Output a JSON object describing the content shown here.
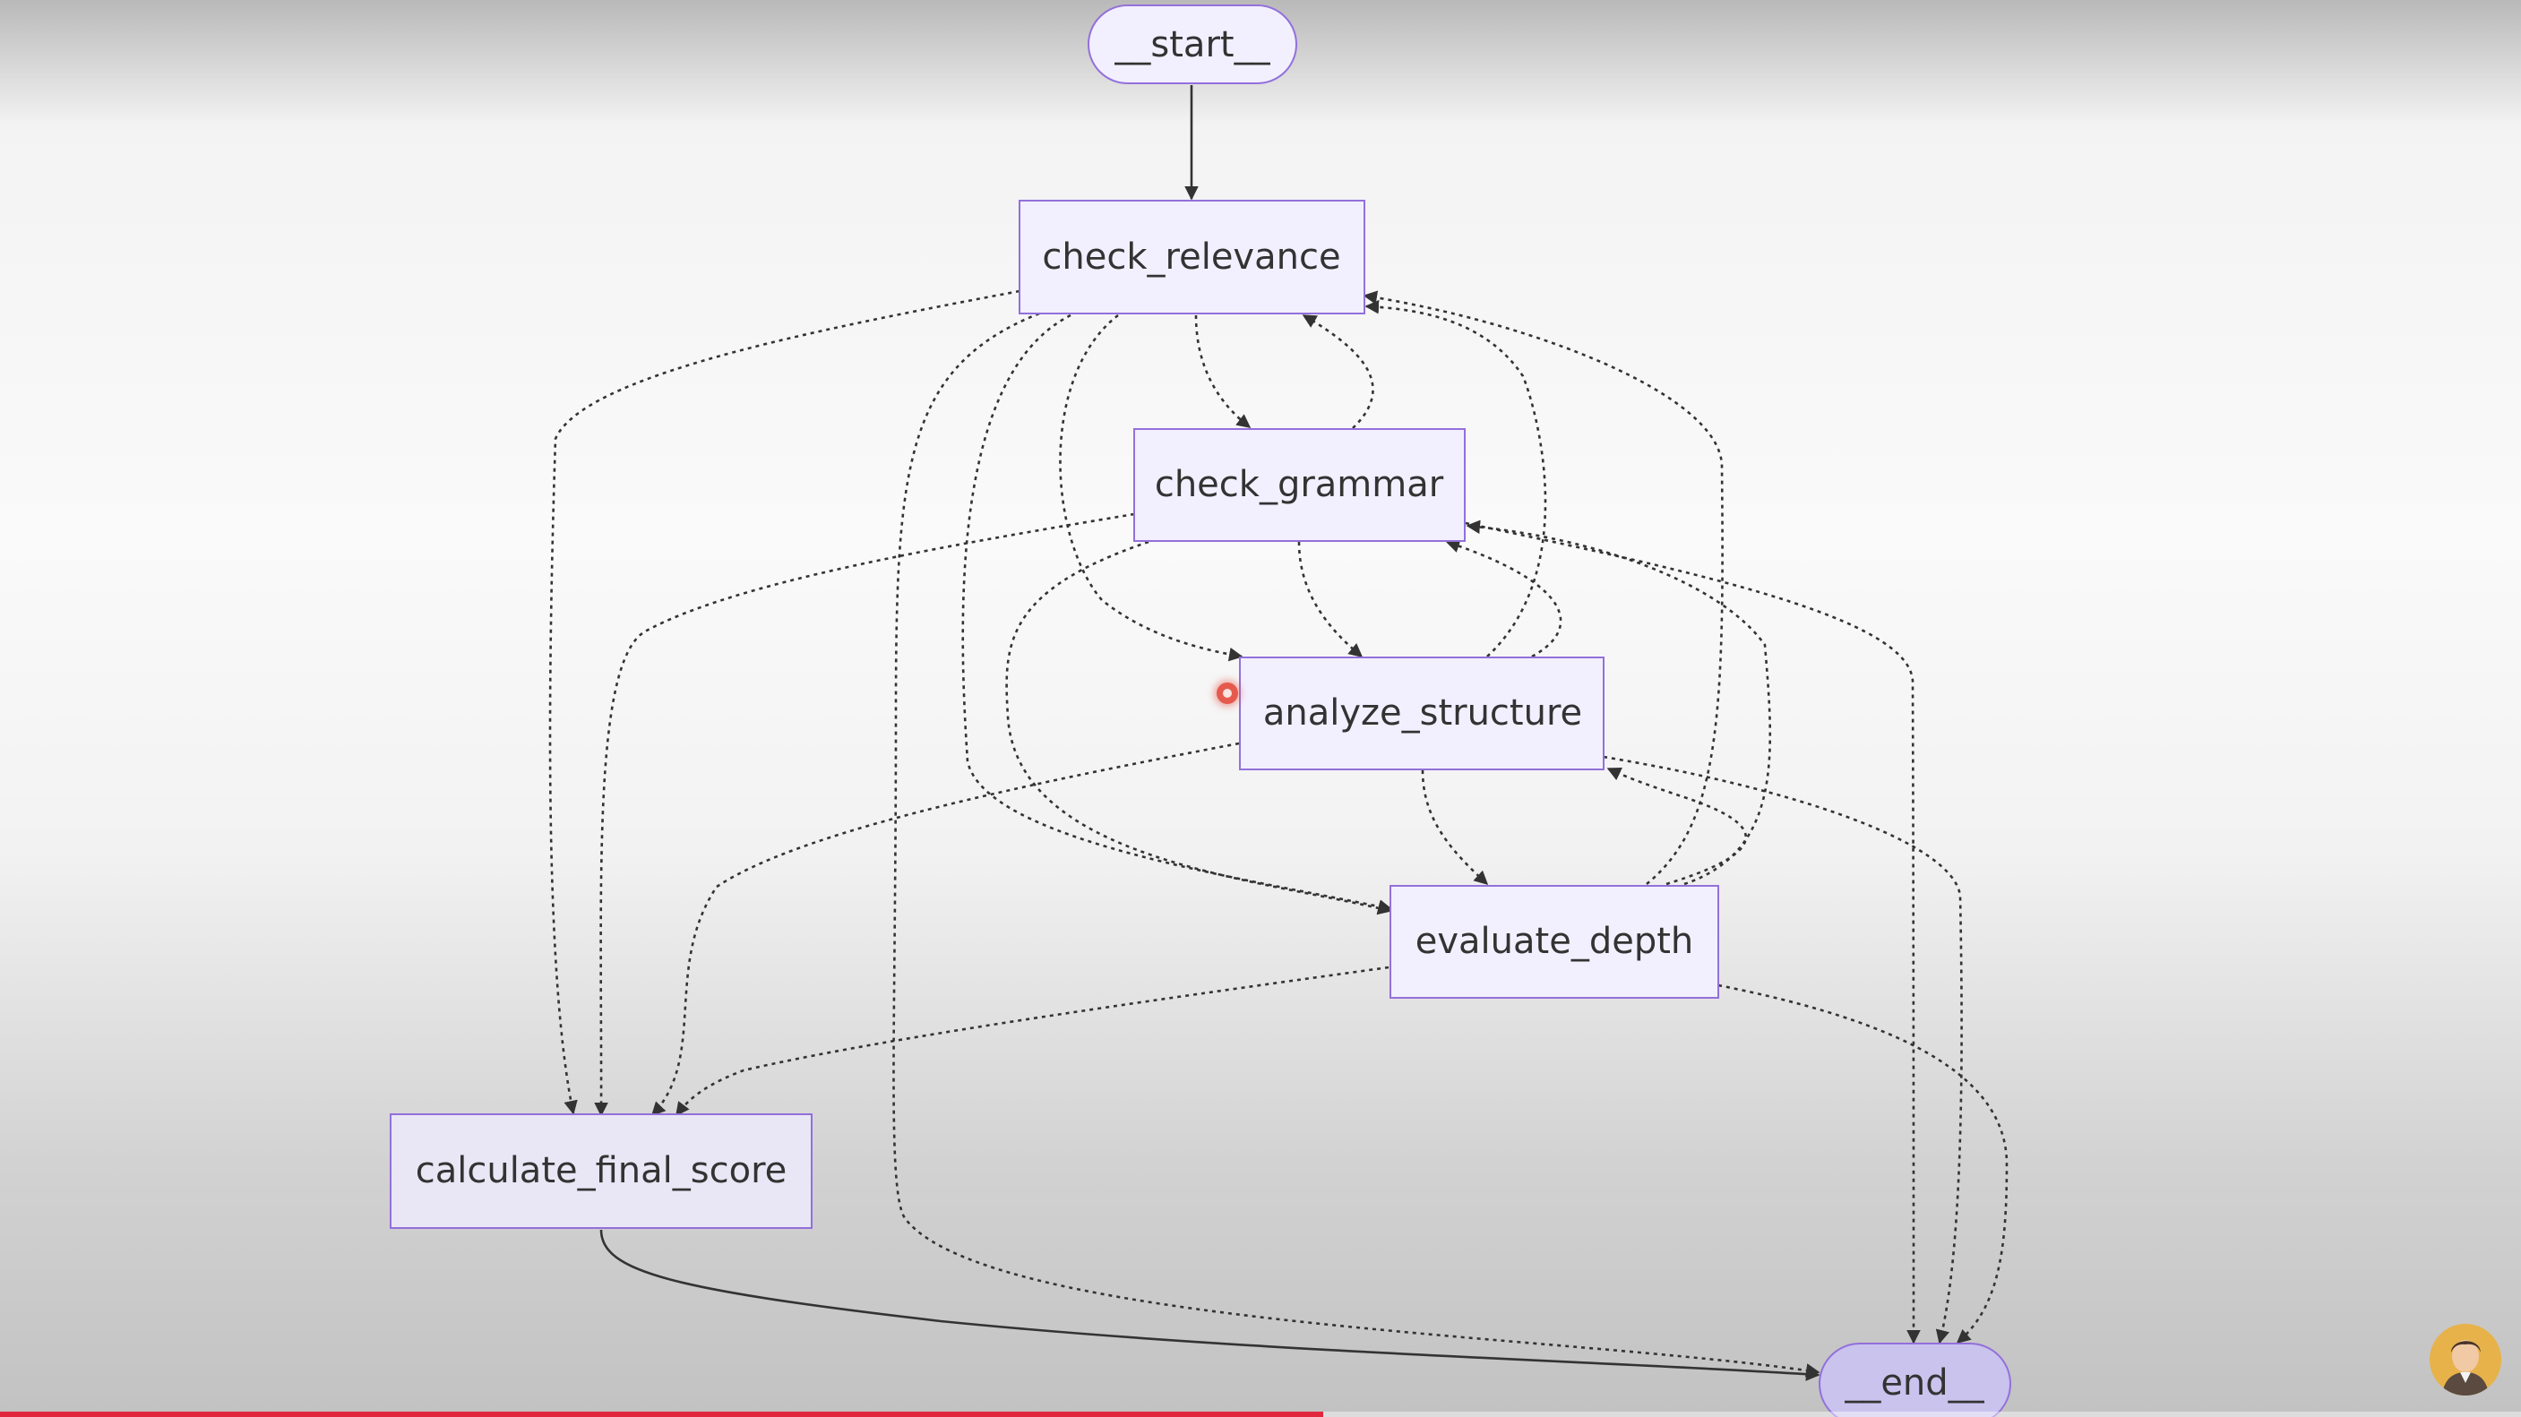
{
  "diagram": {
    "nodes": {
      "start": "__start__",
      "check_relevance": "check_relevance",
      "check_grammar": "check_grammar",
      "analyze_structure": "analyze_structure",
      "evaluate_depth": "evaluate_depth",
      "calculate_final_score": "calculate_final_score",
      "end": "__end__"
    },
    "edges": [
      {
        "from": "start",
        "to": "check_relevance",
        "style": "solid"
      },
      {
        "from": "check_relevance",
        "to": "check_grammar",
        "style": "dotted"
      },
      {
        "from": "check_relevance",
        "to": "analyze_structure",
        "style": "dotted"
      },
      {
        "from": "check_relevance",
        "to": "evaluate_depth",
        "style": "dotted"
      },
      {
        "from": "check_relevance",
        "to": "calculate_final_score",
        "style": "dotted"
      },
      {
        "from": "check_relevance",
        "to": "end",
        "style": "dotted"
      },
      {
        "from": "check_grammar",
        "to": "check_relevance",
        "style": "dotted"
      },
      {
        "from": "check_grammar",
        "to": "analyze_structure",
        "style": "dotted"
      },
      {
        "from": "check_grammar",
        "to": "evaluate_depth",
        "style": "dotted"
      },
      {
        "from": "check_grammar",
        "to": "calculate_final_score",
        "style": "dotted"
      },
      {
        "from": "check_grammar",
        "to": "end",
        "style": "dotted"
      },
      {
        "from": "analyze_structure",
        "to": "check_relevance",
        "style": "dotted"
      },
      {
        "from": "analyze_structure",
        "to": "check_grammar",
        "style": "dotted"
      },
      {
        "from": "analyze_structure",
        "to": "evaluate_depth",
        "style": "dotted"
      },
      {
        "from": "analyze_structure",
        "to": "calculate_final_score",
        "style": "dotted"
      },
      {
        "from": "analyze_structure",
        "to": "end",
        "style": "dotted"
      },
      {
        "from": "evaluate_depth",
        "to": "check_relevance",
        "style": "dotted"
      },
      {
        "from": "evaluate_depth",
        "to": "check_grammar",
        "style": "dotted"
      },
      {
        "from": "evaluate_depth",
        "to": "analyze_structure",
        "style": "dotted"
      },
      {
        "from": "evaluate_depth",
        "to": "calculate_final_score",
        "style": "dotted"
      },
      {
        "from": "evaluate_depth",
        "to": "end",
        "style": "dotted"
      },
      {
        "from": "calculate_final_score",
        "to": "end",
        "style": "solid"
      }
    ]
  },
  "colors": {
    "node_fill": "#f2f0ff",
    "node_stroke": "#9370db",
    "terminal_fill": "#c9c3ee",
    "edge": "#333333",
    "progress": "#e0273e"
  },
  "video": {
    "progress": 0.525
  }
}
